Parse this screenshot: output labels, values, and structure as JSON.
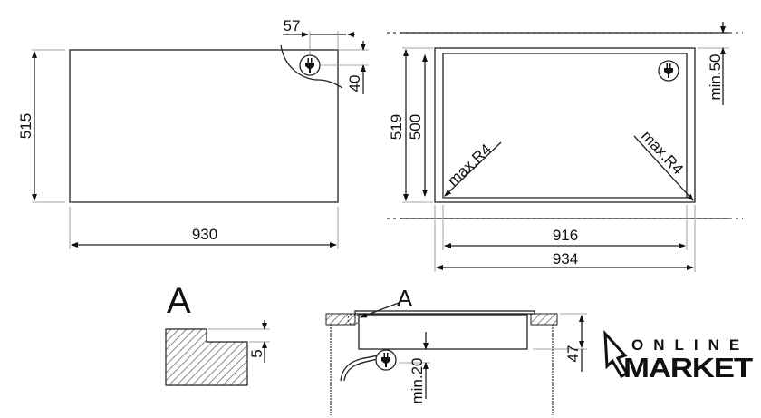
{
  "top_view": {
    "width": "930",
    "height": "515",
    "plug_offset_x": "57",
    "plug_offset_y": "40"
  },
  "cutout_view": {
    "outer_width": "934",
    "inner_width": "916",
    "outer_height": "519",
    "inner_height": "500",
    "clearance": "min.50",
    "radius_left": "max.R4",
    "radius_right": "max.R4"
  },
  "detail": {
    "label": "A",
    "step": "5"
  },
  "section_view": {
    "detail_ref": "A",
    "depth": "47",
    "clearance_below": "min.20"
  },
  "logo": {
    "line1": "ONLINE",
    "line2": "MARKET"
  },
  "colors": {
    "line": "#222222",
    "hatch": "#333333"
  }
}
